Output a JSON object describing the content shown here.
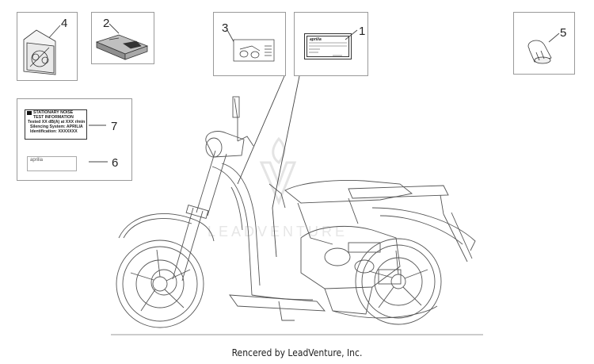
{
  "callouts": {
    "n1": "1",
    "n2": "2",
    "n3": "3",
    "n4": "4",
    "n5": "5",
    "n6": "6",
    "n7": "7"
  },
  "label7": {
    "line1": "STATIONARY NOISE",
    "line2": "TEST INFORMATION",
    "line3": "Tested XX dB(A) at XXX r/min",
    "line4": "Silencing System: APRILIA",
    "line5": "Identification: XXXXXXX"
  },
  "label6": {
    "text": "aprilia"
  },
  "label1": {
    "brand": "aprilia"
  },
  "footer": {
    "text": "Rencered by LeadVenture, Inc."
  },
  "colors": {
    "line": "#555555",
    "box_border": "#9a9a9a",
    "watermark": "#e6e6e6"
  }
}
